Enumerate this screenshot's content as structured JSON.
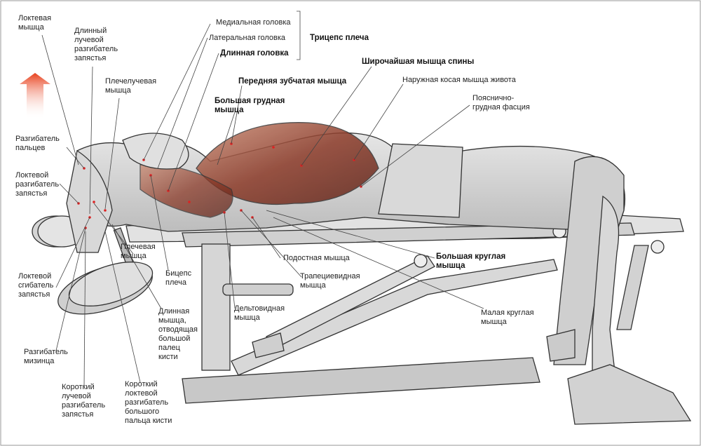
{
  "colors": {
    "background": "#ffffff",
    "line": "#333333",
    "muscle_highlight": "#8b3a28",
    "arrow": "#e8401c",
    "border": "#999999"
  },
  "icons": {
    "direction_arrow": "up-arrow-icon"
  },
  "labels": {
    "loktevaya": "Локтевая\nмышца",
    "dlinny_luchevoy": "Длинный\nлучевой\nразгибатель\nзапястья",
    "plecheluchevaya": "Плечелучевая\nмышца",
    "razgibatel_paltsev": "Разгибатель\nпальцев",
    "loktevoy_razgibatel": "Локтевой\nразгибатель\nзапястья",
    "plechevaya": "Плечевая\nмышца",
    "biceps": "Бицепс\nплеча",
    "loktevoy_sgibatel": "Локтевой\nсгибатель\nзапястья",
    "razgibatel_mizintsa": "Разгибатель\nмизинца",
    "korotky_luchevoy": "Короткий\nлучевой\nразгибатель\nзапястья",
    "korotky_loktevoy": "Короткий\nлоктевой\nразгибатель\nбольшого\nпальца кисти",
    "dlinnaya_otvodyaschaya": "Длинная\nмышца,\nотводящая\nбольшой\nпалец\nкисти",
    "deltovidnaya": "Дельтовидная\nмышца",
    "trapetsievidnaya": "Трапециевидная\nмышца",
    "podostnaya": "Подостная мышца",
    "medialnaya": "Медиальная головка",
    "lateralnaya": "Латеральная головка",
    "dlinnaya_golovka": "Длинная головка",
    "triceps": "Трицепс плеча",
    "perednyaya_zubchataya": "Передняя зубчатая мышца",
    "bolshaya_grudnaya": "Большая грудная\nмышца",
    "shirochayshaya": "Широчайшая мышца спины",
    "naruzhnaya_kosaya": "Наружная косая мышца живота",
    "poyasnichno": "Пояснично-\nгрудная фасция",
    "bolshaya_kruglaya": "Большая круглая\nмышца",
    "malaya_kruglaya": "Малая круглая\nмышца"
  }
}
